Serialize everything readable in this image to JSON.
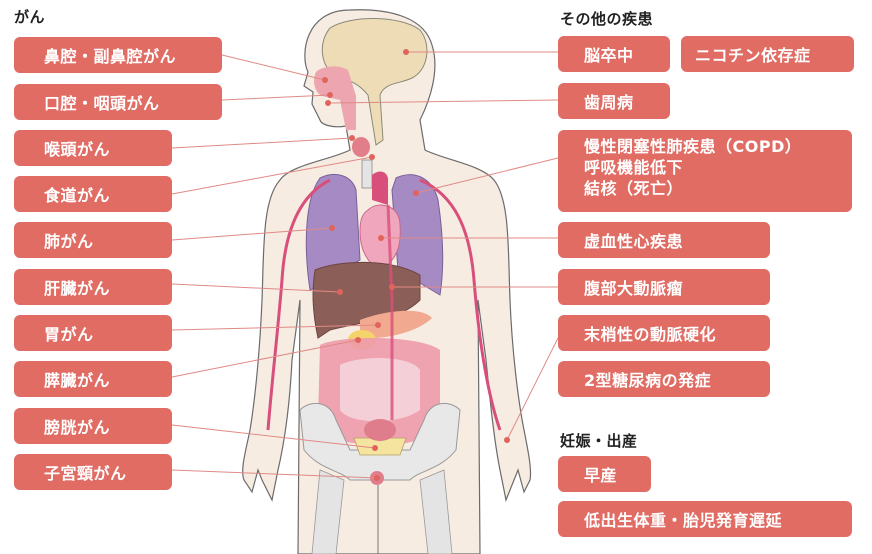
{
  "diagram": {
    "sections": {
      "cancer": {
        "title": "がん",
        "items": [
          {
            "label": "鼻腔・副鼻腔がん"
          },
          {
            "label": "口腔・咽頭がん"
          },
          {
            "label": "喉頭がん"
          },
          {
            "label": "食道がん"
          },
          {
            "label": "肺がん"
          },
          {
            "label": "肝臓がん"
          },
          {
            "label": "胃がん"
          },
          {
            "label": "膵臓がん"
          },
          {
            "label": "膀胱がん"
          },
          {
            "label": "子宮頸がん"
          }
        ]
      },
      "other_diseases": {
        "title": "その他の疾患",
        "items": [
          {
            "label": "脳卒中"
          },
          {
            "label": "ニコチン依存症"
          },
          {
            "label": "歯周病"
          },
          {
            "lines": [
              "慢性閉塞性肺疾患（COPD）",
              "呼吸機能低下",
              "結核（死亡）"
            ]
          },
          {
            "label": "虚血性心疾患"
          },
          {
            "label": "腹部大動脈瘤"
          },
          {
            "label": "末梢性の動脈硬化"
          },
          {
            "label": "2型糖尿病の発症"
          }
        ]
      },
      "pregnancy": {
        "title": "妊娠・出産",
        "items": [
          {
            "label": "早産"
          },
          {
            "label": "低出生体重・胎児発育遅延"
          }
        ]
      }
    },
    "colors": {
      "box": "#e06c64",
      "box_text": "#ffffff",
      "leader_line": "#e08a86",
      "skin": "#f6ece2",
      "brain": "#eddcb6",
      "lung": "#a58ac4",
      "liver": "#8c5e58",
      "vessel": "#d94f7b"
    }
  }
}
